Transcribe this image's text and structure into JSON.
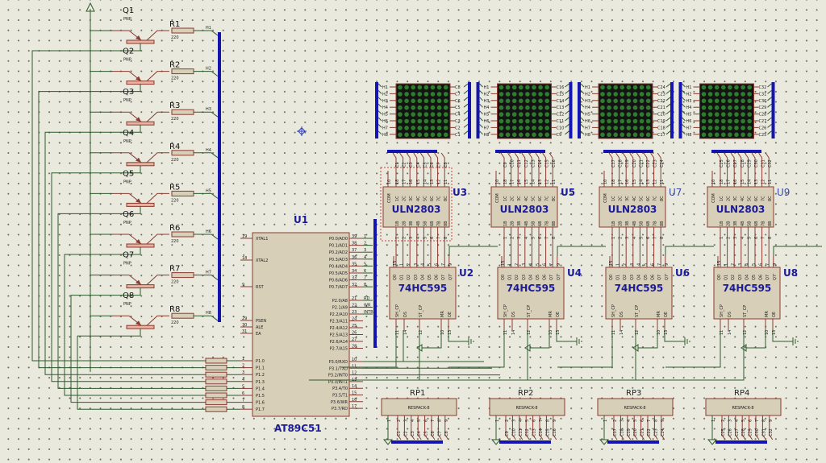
{
  "colors": {
    "wire": "#2d5a2d",
    "bus": "#1414b0",
    "body_fill": "#d8cfb8",
    "body_stroke": "#8a3a30",
    "pin": "#8a3a30",
    "led_on": "#2e7d2e",
    "matrix_bg": "#141414",
    "ref_text": "#1a1a9a"
  },
  "power_symbol": "power-arrow",
  "transistors": [
    {
      "ref": "Q1",
      "type": "PNP"
    },
    {
      "ref": "Q2",
      "type": "PNP"
    },
    {
      "ref": "Q3",
      "type": "PNP"
    },
    {
      "ref": "Q4",
      "type": "PNP"
    },
    {
      "ref": "Q5",
      "type": "PNP"
    },
    {
      "ref": "Q6",
      "type": "PNP"
    },
    {
      "ref": "Q7",
      "type": "PNP"
    },
    {
      "ref": "Q8",
      "type": "PNP"
    }
  ],
  "resistors": [
    {
      "ref": "R1",
      "value": "220",
      "net": "H1"
    },
    {
      "ref": "R2",
      "value": "220",
      "net": "H2"
    },
    {
      "ref": "R3",
      "value": "220",
      "net": "H3"
    },
    {
      "ref": "R4",
      "value": "220",
      "net": "H4"
    },
    {
      "ref": "R5",
      "value": "220",
      "net": "H5"
    },
    {
      "ref": "R6",
      "value": "220",
      "net": "H6"
    },
    {
      "ref": "R7",
      "value": "220",
      "net": "H7"
    },
    {
      "ref": "R8",
      "value": "220",
      "net": "H8"
    }
  ],
  "mcu": {
    "ref": "U1",
    "part": "AT89C51",
    "left_pins": [
      {
        "num": "19",
        "name": "XTAL1"
      },
      {
        "num": "18",
        "name": "XTAL2"
      },
      {
        "num": "9",
        "name": "RST"
      },
      {
        "num": "29",
        "name": "PSEN"
      },
      {
        "num": "30",
        "name": "ALE"
      },
      {
        "num": "31",
        "name": "EA"
      },
      {
        "num": "1",
        "name": "P1.0"
      },
      {
        "num": "2",
        "name": "P1.1"
      },
      {
        "num": "3",
        "name": "P1.2"
      },
      {
        "num": "4",
        "name": "P1.3"
      },
      {
        "num": "5",
        "name": "P1.4"
      },
      {
        "num": "6",
        "name": "P1.5"
      },
      {
        "num": "7",
        "name": "P1.6"
      },
      {
        "num": "8",
        "name": "P1.7"
      }
    ],
    "port0": [
      {
        "num": "39",
        "name": "P0.0/AD0",
        "net": "1"
      },
      {
        "num": "38",
        "name": "P0.1/AD1",
        "net": "2"
      },
      {
        "num": "37",
        "name": "P0.2/AD2",
        "net": "3"
      },
      {
        "num": "36",
        "name": "P0.3/AD3",
        "net": "4"
      },
      {
        "num": "35",
        "name": "P0.4/AD4",
        "net": "5"
      },
      {
        "num": "34",
        "name": "P0.5/AD5",
        "net": "6"
      },
      {
        "num": "33",
        "name": "P0.6/AD6",
        "net": "7"
      },
      {
        "num": "32",
        "name": "P0.7/AD7",
        "net": "8"
      }
    ],
    "port2": [
      {
        "num": "21",
        "name": "P2.0/A8",
        "net": "RD"
      },
      {
        "num": "22",
        "name": "P2.1/A9",
        "net": "WR"
      },
      {
        "num": "23",
        "name": "P2.2/A10",
        "net": "INTR"
      },
      {
        "num": "24",
        "name": "P2.3/A11",
        "net": ""
      },
      {
        "num": "25",
        "name": "P2.4/A12",
        "net": ""
      },
      {
        "num": "26",
        "name": "P2.5/A13",
        "net": ""
      },
      {
        "num": "27",
        "name": "P2.6/A14",
        "net": ""
      },
      {
        "num": "28",
        "name": "P2.7/A15",
        "net": ""
      }
    ],
    "port3": [
      {
        "num": "10",
        "name": "P3.0/RXD"
      },
      {
        "num": "11",
        "name": "P3.1/TXD"
      },
      {
        "num": "12",
        "name": "P3.2/INT0"
      },
      {
        "num": "13",
        "name": "P3.3/INT1"
      },
      {
        "num": "14",
        "name": "P3.4/T0"
      },
      {
        "num": "15",
        "name": "P3.5/T1"
      },
      {
        "num": "16",
        "name": "P3.6/WR"
      },
      {
        "num": "17",
        "name": "P3.7/RD"
      }
    ]
  },
  "matrices": [
    {
      "rows": [
        "H1",
        "H2",
        "H3",
        "H4",
        "H5",
        "H6",
        "H7",
        "H8"
      ],
      "cols": [
        "C8",
        "C7",
        "C6",
        "C5",
        "C4",
        "C3",
        "C2",
        "C1"
      ]
    },
    {
      "rows": [
        "H1",
        "H2",
        "H3",
        "H4",
        "H5",
        "H6",
        "H7",
        "H8"
      ],
      "cols": [
        "C16",
        "C15",
        "C14",
        "C13",
        "C12",
        "C11",
        "C10",
        "C9"
      ]
    },
    {
      "rows": [
        "H1",
        "H2",
        "H3",
        "H4",
        "H5",
        "H6",
        "H7",
        "H8"
      ],
      "cols": [
        "C24",
        "C23",
        "C22",
        "C21",
        "C20",
        "C19",
        "C18",
        "C17"
      ]
    },
    {
      "rows": [
        "H1",
        "H2",
        "H3",
        "H4",
        "H5",
        "H6",
        "H7",
        "H8"
      ],
      "cols": [
        "C32",
        "C31",
        "C30",
        "C29",
        "C28",
        "C27",
        "C26",
        "C25"
      ]
    }
  ],
  "drivers": [
    {
      "ref": "U3",
      "part": "ULN2803",
      "selected": true,
      "top_nets": [
        "C1",
        "C2",
        "C3",
        "C4",
        "C5",
        "C6",
        "C7",
        "C8"
      ]
    },
    {
      "ref": "U5",
      "part": "ULN2803",
      "selected": false,
      "top_nets": [
        "C9",
        "C10",
        "C11",
        "C12",
        "C13",
        "C14",
        "C15",
        "C16"
      ]
    },
    {
      "ref": "U7",
      "part": "ULN2803",
      "selected": false,
      "top_nets": [
        "C17",
        "C18",
        "C19",
        "C20",
        "C21",
        "C22",
        "C23",
        "C24"
      ]
    },
    {
      "ref": "U9",
      "part": "ULN2803",
      "selected": false,
      "top_nets": [
        "C25",
        "C26",
        "C27",
        "C28",
        "C29",
        "C30",
        "C31",
        "C32"
      ]
    }
  ],
  "driver_pins": {
    "com": "COM",
    "com_num": "10",
    "out_nums": [
      "18",
      "17",
      "16",
      "15",
      "14",
      "13",
      "12",
      "11"
    ],
    "outs": [
      "1C",
      "2C",
      "3C",
      "4C",
      "5C",
      "6C",
      "7C",
      "8C"
    ],
    "ins": [
      "1B",
      "2B",
      "3B",
      "4B",
      "5B",
      "6B",
      "7B",
      "8B"
    ],
    "in_nums": [
      "1",
      "2",
      "3",
      "4",
      "5",
      "6",
      "7",
      "8"
    ]
  },
  "shift_registers": [
    {
      "ref": "U2",
      "part": "74HC595"
    },
    {
      "ref": "U4",
      "part": "74HC595"
    },
    {
      "ref": "U6",
      "part": "74HC595"
    },
    {
      "ref": "U8",
      "part": "74HC595"
    }
  ],
  "shift_pins": {
    "outs": [
      "Q0",
      "Q1",
      "Q2",
      "Q3",
      "Q4",
      "Q5",
      "Q6",
      "Q7",
      "Q7'"
    ],
    "out_nums": [
      "15",
      "1",
      "2",
      "3",
      "4",
      "5",
      "6",
      "7",
      "9"
    ],
    "bottom": [
      {
        "name": "SH_CP",
        "num": "11"
      },
      {
        "name": "DS",
        "num": "14"
      },
      {
        "name": "ST_CP",
        "num": "12"
      },
      {
        "name": "MR",
        "num": "10"
      },
      {
        "name": "OE",
        "num": "13"
      }
    ]
  },
  "resistor_packs": [
    {
      "ref": "RP1",
      "part": "RESPACK-8",
      "nets": [
        "C1",
        "C2",
        "C3",
        "C4",
        "C5",
        "C6",
        "C7",
        "C8"
      ]
    },
    {
      "ref": "RP2",
      "part": "RESPACK-8",
      "nets": [
        "C9",
        "C10",
        "C11",
        "C12",
        "C13",
        "C14",
        "C15",
        "C16"
      ]
    },
    {
      "ref": "RP3",
      "part": "RESPACK-8",
      "nets": [
        "C17",
        "C18",
        "C19",
        "C20",
        "C21",
        "C22",
        "C23",
        "C24"
      ]
    },
    {
      "ref": "RP4",
      "part": "RESPACK-8",
      "nets": [
        "C25",
        "C26",
        "C27",
        "C28",
        "C29",
        "C30",
        "C31",
        "C32"
      ]
    }
  ],
  "respack_pin_nums": [
    "1",
    "2",
    "3",
    "4",
    "5",
    "6",
    "7",
    "8",
    "9"
  ]
}
